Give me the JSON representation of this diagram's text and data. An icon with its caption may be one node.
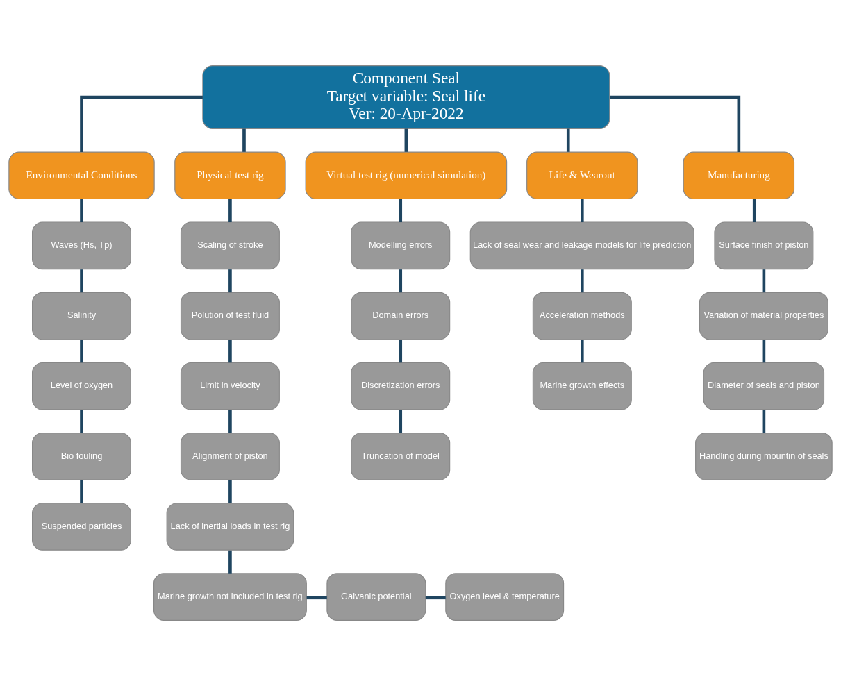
{
  "diagram": {
    "nodes": [
      {
        "text": [
          "Component Seal",
          "Target variable: Seal life",
          "Ver: 20-Apr-2022"
        ]
      },
      {
        "text": [
          "Environmental Conditions"
        ]
      },
      {
        "text": [
          "Physical test rig"
        ]
      },
      {
        "text": [
          "Virtual test rig (numerical simulation)"
        ]
      },
      {
        "text": [
          "Life & Wearout"
        ]
      },
      {
        "text": [
          "Manufacturing"
        ]
      },
      {
        "text": [
          "Waves (Hs, Tp)"
        ]
      },
      {
        "text": [
          "Salinity"
        ]
      },
      {
        "text": [
          "Level of oxygen"
        ]
      },
      {
        "text": [
          "Bio fouling"
        ]
      },
      {
        "text": [
          "Suspended particles"
        ]
      },
      {
        "text": [
          "Scaling of stroke"
        ]
      },
      {
        "text": [
          "Polution of test fluid"
        ]
      },
      {
        "text": [
          "Limit in velocity"
        ]
      },
      {
        "text": [
          "Alignment of piston"
        ]
      },
      {
        "text": [
          "Lack of inertial loads in test rig"
        ]
      },
      {
        "text": [
          "Marine growth not included in test rig"
        ]
      },
      {
        "text": [
          "Galvanic potential"
        ]
      },
      {
        "text": [
          "Oxygen level & temperature"
        ]
      },
      {
        "text": [
          "Modelling errors"
        ]
      },
      {
        "text": [
          "Domain errors"
        ]
      },
      {
        "text": [
          "Discretization errors"
        ]
      },
      {
        "text": [
          "Truncation of model"
        ]
      },
      {
        "text": [
          "Lack of seal wear and leakage models for life prediction"
        ]
      },
      {
        "text": [
          "Acceleration methods"
        ]
      },
      {
        "text": [
          "Marine growth effects"
        ]
      },
      {
        "text": [
          "Surface finish of piston"
        ]
      },
      {
        "text": [
          "Variation of material properties"
        ]
      },
      {
        "text": [
          "Diameter of seals and piston"
        ]
      },
      {
        "text": [
          "Handling during mountin of seals"
        ]
      }
    ],
    "edges": [
      {
        "from": 0,
        "to": 1,
        "arrow": "none"
      },
      {
        "from": 0,
        "to": 2,
        "arrow": "none"
      },
      {
        "from": 0,
        "to": 3,
        "arrow": "none"
      },
      {
        "from": 0,
        "to": 4,
        "arrow": "none"
      },
      {
        "from": 0,
        "to": 5,
        "arrow": "none"
      },
      {
        "from": 1,
        "to": 6,
        "arrow": "none"
      },
      {
        "from": 6,
        "to": 7,
        "arrow": "none"
      },
      {
        "from": 7,
        "to": 8,
        "arrow": "none"
      },
      {
        "from": 8,
        "to": 9,
        "arrow": "none"
      },
      {
        "from": 9,
        "to": 10,
        "arrow": "none"
      },
      {
        "from": 2,
        "to": 11,
        "arrow": "none"
      },
      {
        "from": 11,
        "to": 12,
        "arrow": "none"
      },
      {
        "from": 12,
        "to": 13,
        "arrow": "none"
      },
      {
        "from": 13,
        "to": 14,
        "arrow": "none"
      },
      {
        "from": 14,
        "to": 15,
        "arrow": "none"
      },
      {
        "from": 15,
        "to": 16,
        "arrow": "none"
      },
      {
        "from": 16,
        "to": 17,
        "arrow": "none"
      },
      {
        "from": 17,
        "to": 18,
        "arrow": "none"
      },
      {
        "from": 3,
        "to": 19,
        "arrow": "none"
      },
      {
        "from": 19,
        "to": 20,
        "arrow": "none"
      },
      {
        "from": 20,
        "to": 21,
        "arrow": "none"
      },
      {
        "from": 21,
        "to": 22,
        "arrow": "none"
      },
      {
        "from": 4,
        "to": 23,
        "arrow": "none"
      },
      {
        "from": 23,
        "to": 24,
        "arrow": "none"
      },
      {
        "from": 24,
        "to": 25,
        "arrow": "none"
      },
      {
        "from": 5,
        "to": 26,
        "arrow": "none"
      },
      {
        "from": 26,
        "to": 27,
        "arrow": "none"
      },
      {
        "from": 27,
        "to": 28,
        "arrow": "none"
      },
      {
        "from": 28,
        "to": 29,
        "arrow": "none"
      }
    ]
  }
}
